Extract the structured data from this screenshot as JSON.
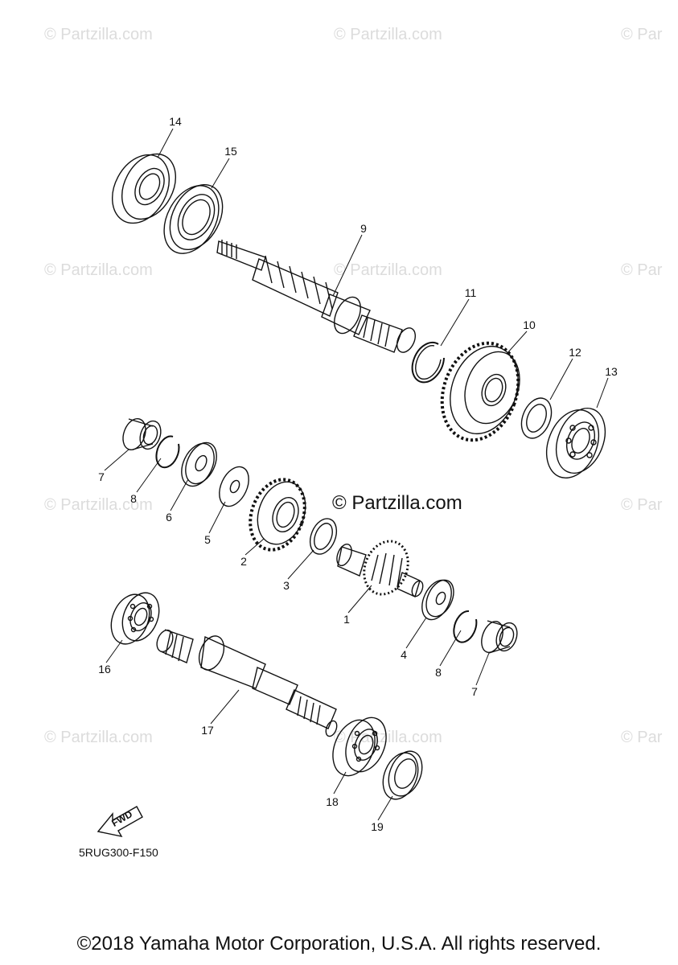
{
  "watermark": {
    "text": "© Partzilla.com",
    "partial_text": "© Par"
  },
  "center_watermark": "© Partzilla.com",
  "callouts": {
    "c1": "1",
    "c2": "2",
    "c3": "3",
    "c4": "4",
    "c5": "5",
    "c6": "6",
    "c7a": "7",
    "c7b": "7",
    "c8a": "8",
    "c8b": "8",
    "c9": "9",
    "c10": "10",
    "c11": "11",
    "c12": "12",
    "c13": "13",
    "c14": "14",
    "c15": "15",
    "c16": "16",
    "c17": "17",
    "c18": "18",
    "c19": "19"
  },
  "fwd_label": "FWD",
  "diagram_code": "5RUG300-F150",
  "copyright": "©2018 Yamaha Motor Corporation, U.S.A. All rights reserved.",
  "colors": {
    "line": "#111111",
    "watermark": "#dcdcdc",
    "background": "#ffffff"
  }
}
